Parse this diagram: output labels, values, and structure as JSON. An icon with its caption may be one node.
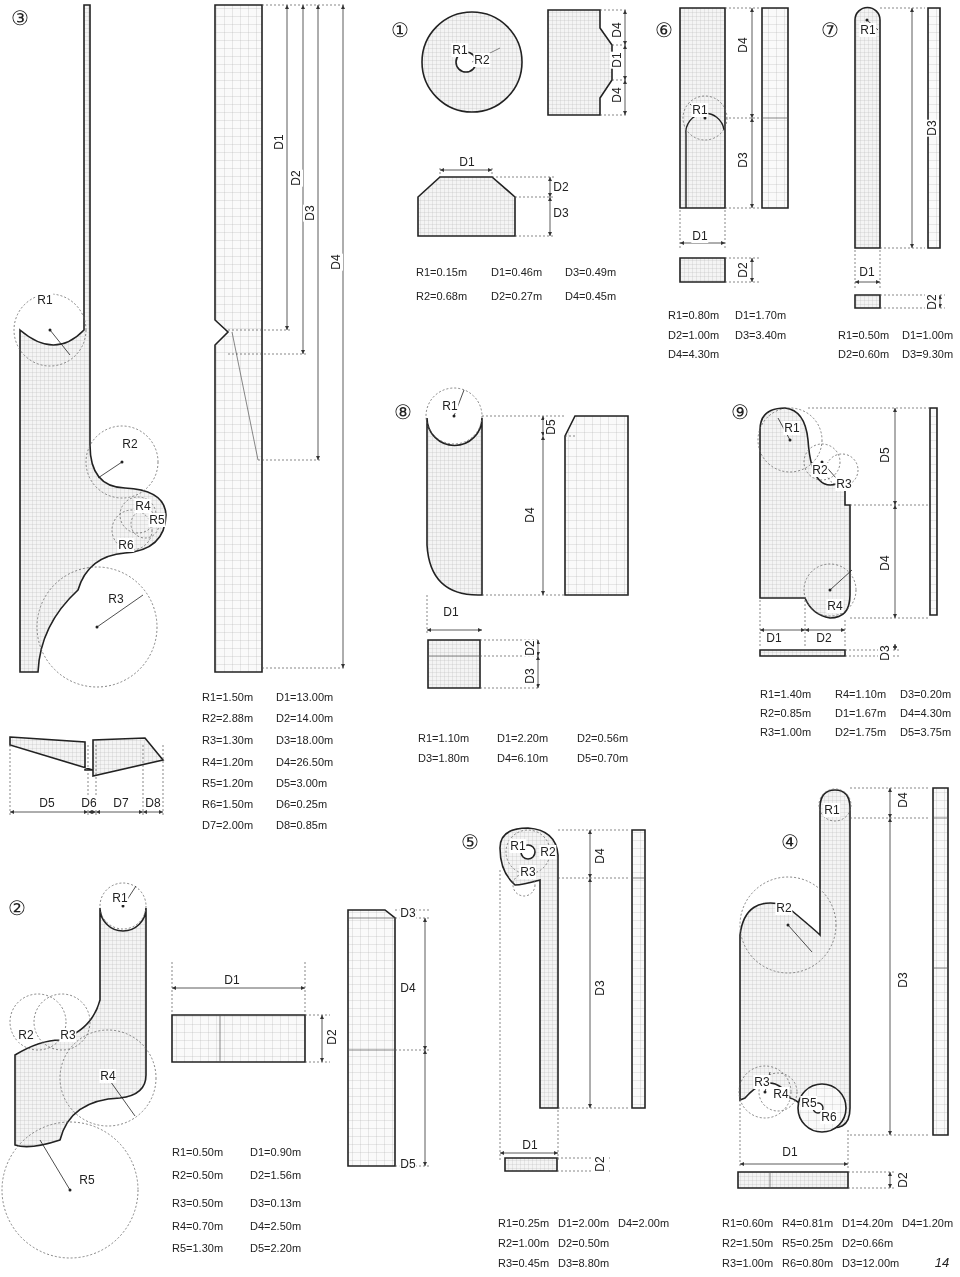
{
  "diagram": {
    "labels": [
      "③",
      "R1",
      "R2",
      "R4",
      "R5",
      "R6",
      "R3",
      "D1",
      "D2",
      "D3",
      "D4",
      "D5",
      "D6",
      "D7",
      "D8",
      "R1=1.50m",
      "D1=13.00m",
      "R2=2.88m",
      "D2=14.00m",
      "R3=1.30m",
      "D3=18.00m",
      "R4=1.20m",
      "D4=26.50m",
      "R5=1.20m",
      "D5=3.00m",
      "R6=1.50m",
      "D6=0.25m",
      "D7=2.00m",
      "D8=0.85m",
      "①",
      "R1",
      "R2",
      "D4",
      "D1",
      "D4",
      "D1",
      "D2",
      "D3",
      "R1=0.15m",
      "D1=0.46m",
      "D3=0.49m",
      "R2=0.68m",
      "D2=0.27m",
      "D4=0.45m",
      "⑥",
      "D4",
      "R1",
      "D3",
      "D1",
      "D2",
      "R1=0.80m",
      "D1=1.70m",
      "D2=1.00m",
      "D3=3.40m",
      "D4=4.30m",
      "⑦",
      "R1",
      "D3",
      "D1",
      "D2",
      "R1=0.50m",
      "D1=1.00m",
      "D2=0.60m",
      "D3=9.30m",
      "⑧",
      "R1",
      "D5",
      "D4",
      "D1",
      "D2",
      "D3",
      "R1=1.10m",
      "D1=2.20m",
      "D2=0.56m",
      "D3=1.80m",
      "D4=6.10m",
      "D5=0.70m",
      "⑨",
      "R1",
      "R2",
      "R3",
      "D5",
      "D4",
      "R4",
      "D1",
      "D2",
      "D3",
      "R1=1.40m",
      "R4=1.10m",
      "D3=0.20m",
      "R2=0.85m",
      "D1=1.67m",
      "D4=4.30m",
      "R3=1.00m",
      "D2=1.75m",
      "D5=3.75m",
      "②",
      "R1",
      "R2",
      "R3",
      "R4",
      "R5",
      "D1",
      "D2",
      "D3",
      "D4",
      "D5",
      "R1=0.50m",
      "D1=0.90m",
      "R2=0.50m",
      "D2=1.56m",
      "R3=0.50m",
      "D3=0.13m",
      "R4=0.70m",
      "D4=2.50m",
      "R5=1.30m",
      "D5=2.20m",
      "⑤",
      "R1",
      "R2",
      "R3",
      "D4",
      "D3",
      "D1",
      "D2",
      "R1=0.25m",
      "D1=2.00m",
      "D4=2.00m",
      "R2=1.00m",
      "D2=0.50m",
      "R3=0.45m",
      "D3=8.80m",
      "④",
      "R1",
      "R2",
      "R3",
      "R4",
      "R5",
      "R6",
      "D4",
      "D3",
      "D1",
      "D2",
      "R1=0.60m",
      "R4=0.81m",
      "D1=4.20m",
      "D4=1.20m",
      "R2=1.50m",
      "R5=0.25m",
      "D2=0.66m",
      "R3=1.00m",
      "R6=0.80m",
      "D3=12.00m",
      "14"
    ]
  }
}
